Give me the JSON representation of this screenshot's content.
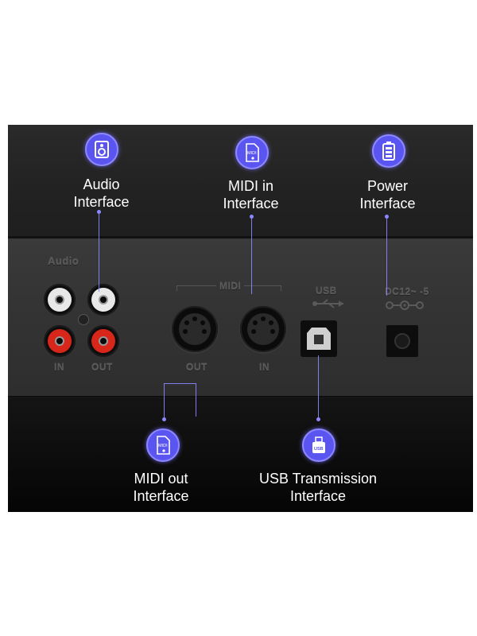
{
  "callouts": {
    "audio": {
      "label_line1": "Audio",
      "label_line2": "Interface",
      "icon": "speaker-icon"
    },
    "midi_in": {
      "label_line1": "MIDI in",
      "label_line2": "Interface",
      "icon": "midi-file-icon",
      "icon_text": "MIDI"
    },
    "power": {
      "label_line1": "Power",
      "label_line2": "Interface",
      "icon": "battery-icon"
    },
    "midi_out": {
      "label_line1": "MIDI out",
      "label_line2": "Interface",
      "icon": "midi-file-icon",
      "icon_text": "MIDI"
    },
    "usb": {
      "label_line1": "USB Transmission",
      "label_line2": "Interface",
      "icon": "usb-drive-icon",
      "icon_text": "USB"
    }
  },
  "panel_markings": {
    "audio": "Audio",
    "audio_in": "IN",
    "audio_out": "OUT",
    "midi": "MIDI",
    "midi_out": "OUT",
    "midi_in": "IN",
    "usb": "USB",
    "dc": "DC12~ -5"
  },
  "colors": {
    "accent": "#5a55f0",
    "accent_glow": "#8c88ff",
    "rca_red": "#d8261b",
    "rca_white": "#e8e8e8"
  }
}
